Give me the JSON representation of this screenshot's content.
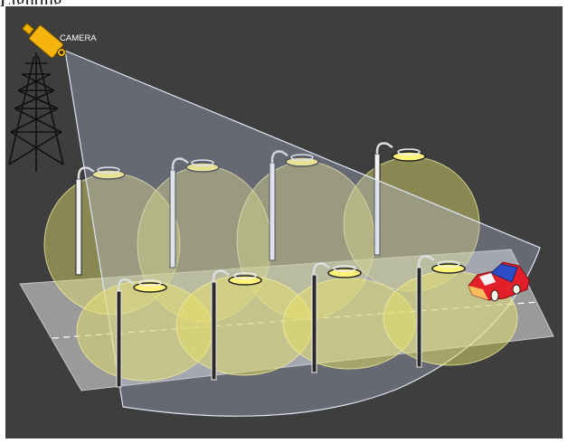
{
  "caption_fragment": "Lighting",
  "camera": {
    "label": "CAMERA"
  },
  "colors": {
    "background": "#3e3e3e",
    "border": "#ffffff",
    "road": "#9a9a9a",
    "light_cone": "#e5e06a",
    "camera_fov": "#b9c3dc",
    "camera_body": "#f5b40e",
    "tower": "#111111",
    "lamp_pole": "#222222",
    "lamp_glow": "#fff27a",
    "car_body": "#e3202a",
    "car_roof": "#2b4ec7"
  },
  "icons": {
    "camera": "cctv-camera-icon",
    "tower": "transmission-tower-icon",
    "lamp": "street-lamp-icon",
    "car": "red-car-icon"
  },
  "street_lights": {
    "back_row_count": 4,
    "front_row_count": 4
  }
}
